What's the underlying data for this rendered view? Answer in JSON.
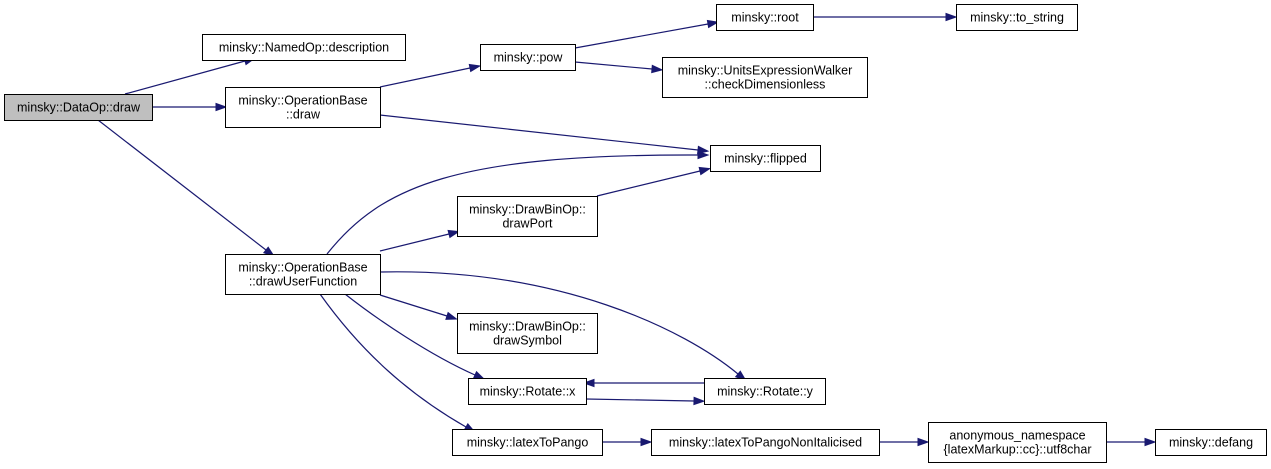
{
  "colors": {
    "edge": "#191970",
    "root_fill": "#bfbfbf",
    "node_fill": "#ffffff",
    "node_border": "#000000"
  },
  "nodes": {
    "dataop_draw": [
      "minsky::DataOp::draw"
    ],
    "namedop_description": [
      "minsky::NamedOp::description"
    ],
    "operationbase_draw": [
      "minsky::OperationBase",
      "::draw"
    ],
    "pow": [
      "minsky::pow"
    ],
    "root": [
      "minsky::root"
    ],
    "to_string": [
      "minsky::to_string"
    ],
    "check_dimensionless": [
      "minsky::UnitsExpressionWalker",
      "::checkDimensionless"
    ],
    "flipped": [
      "minsky::flipped"
    ],
    "drawbinop_drawport": [
      "minsky::DrawBinOp::",
      "drawPort"
    ],
    "operationbase_drawuserfunction": [
      "minsky::OperationBase",
      "::drawUserFunction"
    ],
    "drawbinop_drawsymbol": [
      "minsky::DrawBinOp::",
      "drawSymbol"
    ],
    "rotate_x": [
      "minsky::Rotate::x"
    ],
    "rotate_y": [
      "minsky::Rotate::y"
    ],
    "latex_to_pango": [
      "minsky::latexToPango"
    ],
    "latex_to_pango_non_italicised": [
      "minsky::latexToPangoNonItalicised"
    ],
    "utf8char": [
      "anonymous_namespace",
      "{latexMarkup::cc}::utf8char"
    ],
    "defang": [
      "minsky::defang"
    ]
  },
  "edges": [
    [
      "dataop_draw",
      "namedop_description"
    ],
    [
      "dataop_draw",
      "operationbase_draw"
    ],
    [
      "dataop_draw",
      "operationbase_drawuserfunction"
    ],
    [
      "operationbase_draw",
      "pow"
    ],
    [
      "operationbase_draw",
      "flipped"
    ],
    [
      "pow",
      "root"
    ],
    [
      "pow",
      "check_dimensionless"
    ],
    [
      "root",
      "to_string"
    ],
    [
      "operationbase_drawuserfunction",
      "flipped"
    ],
    [
      "operationbase_drawuserfunction",
      "drawbinop_drawport"
    ],
    [
      "operationbase_drawuserfunction",
      "drawbinop_drawsymbol"
    ],
    [
      "operationbase_drawuserfunction",
      "rotate_x"
    ],
    [
      "operationbase_drawuserfunction",
      "rotate_y"
    ],
    [
      "operationbase_drawuserfunction",
      "latex_to_pango"
    ],
    [
      "drawbinop_drawport",
      "flipped"
    ],
    [
      "rotate_x",
      "rotate_y"
    ],
    [
      "rotate_y",
      "rotate_x"
    ],
    [
      "latex_to_pango",
      "latex_to_pango_non_italicised"
    ],
    [
      "latex_to_pango_non_italicised",
      "utf8char"
    ],
    [
      "utf8char",
      "defang"
    ]
  ]
}
